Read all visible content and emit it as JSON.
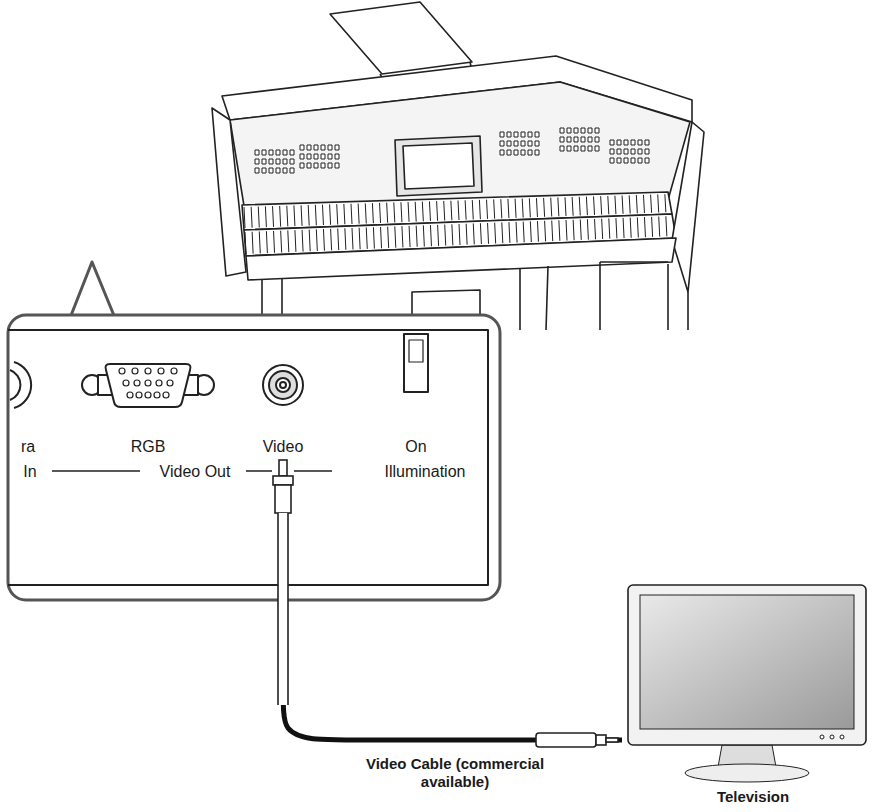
{
  "diagram": {
    "nodes": [
      {
        "text": [
          "Video"
        ]
      },
      {
        "text": [
          "Television"
        ]
      }
    ],
    "edges": [
      {
        "from": 0,
        "to": 1,
        "arrow": "none",
        "label": "Video Cable (commercial available)"
      }
    ],
    "labels": [
      "ra",
      "RGB",
      "On",
      "In",
      "Video Out",
      "Illumination"
    ]
  }
}
